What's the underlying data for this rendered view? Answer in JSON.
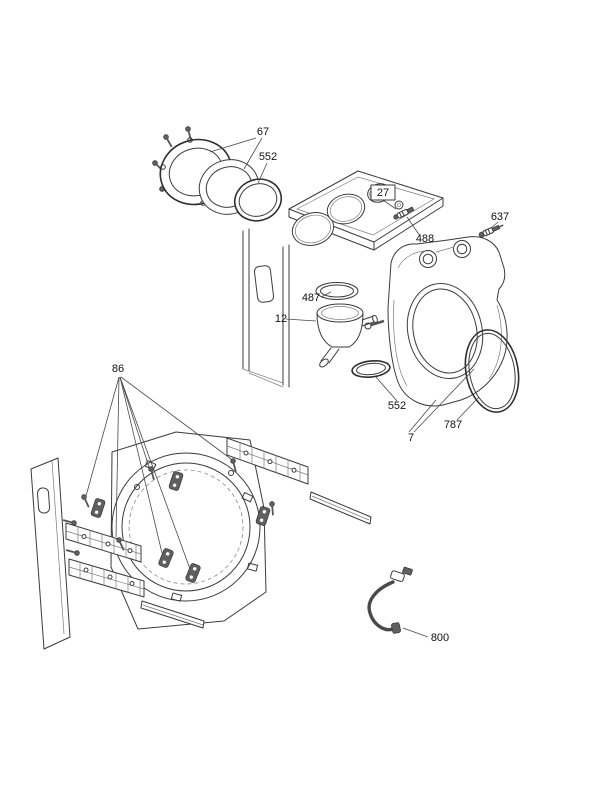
{
  "diagram": {
    "type": "exploded-parts-diagram",
    "colors": {
      "line": "#3b3b3b",
      "label_text": "#111111",
      "background": "#ffffff"
    },
    "labels": {
      "l67": "67",
      "l552a": "552",
      "l27": "27",
      "l488": "488",
      "l637": "637",
      "l487": "487",
      "l12": "12",
      "l552b": "552",
      "l787": "787",
      "l7": "7",
      "l86": "86",
      "l800": "800"
    },
    "part_numbers": [
      "7",
      "12",
      "27",
      "67",
      "86",
      "487",
      "488",
      "552",
      "637",
      "787",
      "800"
    ]
  }
}
